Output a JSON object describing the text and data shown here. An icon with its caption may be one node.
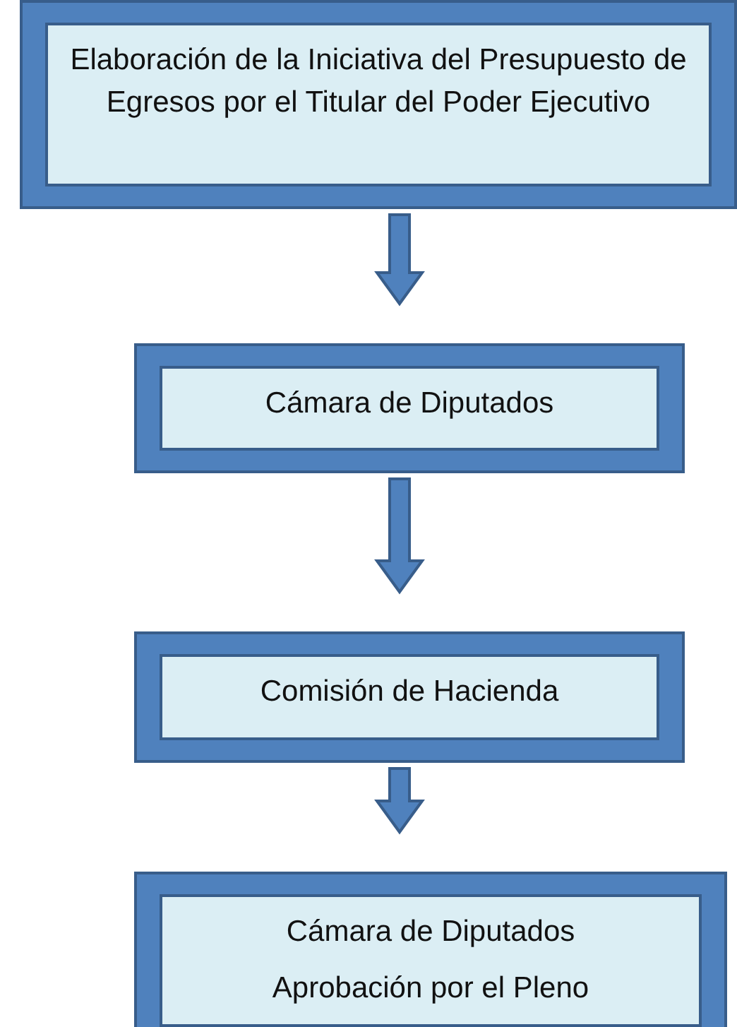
{
  "diagram": {
    "nodes": [
      {
        "text": [
          "Elaboración de la Iniciativa del Presupuesto de Egresos por el Titular del Poder Ejecutivo"
        ]
      },
      {
        "text": [
          "Cámara de Diputados"
        ]
      },
      {
        "text": [
          "Comisión de Hacienda"
        ]
      },
      {
        "text": [
          "Cámara de Diputados",
          "Aprobación por el Pleno"
        ]
      }
    ],
    "edges": [
      {
        "from": 0,
        "to": 1,
        "arrow": "to"
      },
      {
        "from": 1,
        "to": 2,
        "arrow": "to"
      },
      {
        "from": 2,
        "to": 3,
        "arrow": "to"
      }
    ]
  }
}
